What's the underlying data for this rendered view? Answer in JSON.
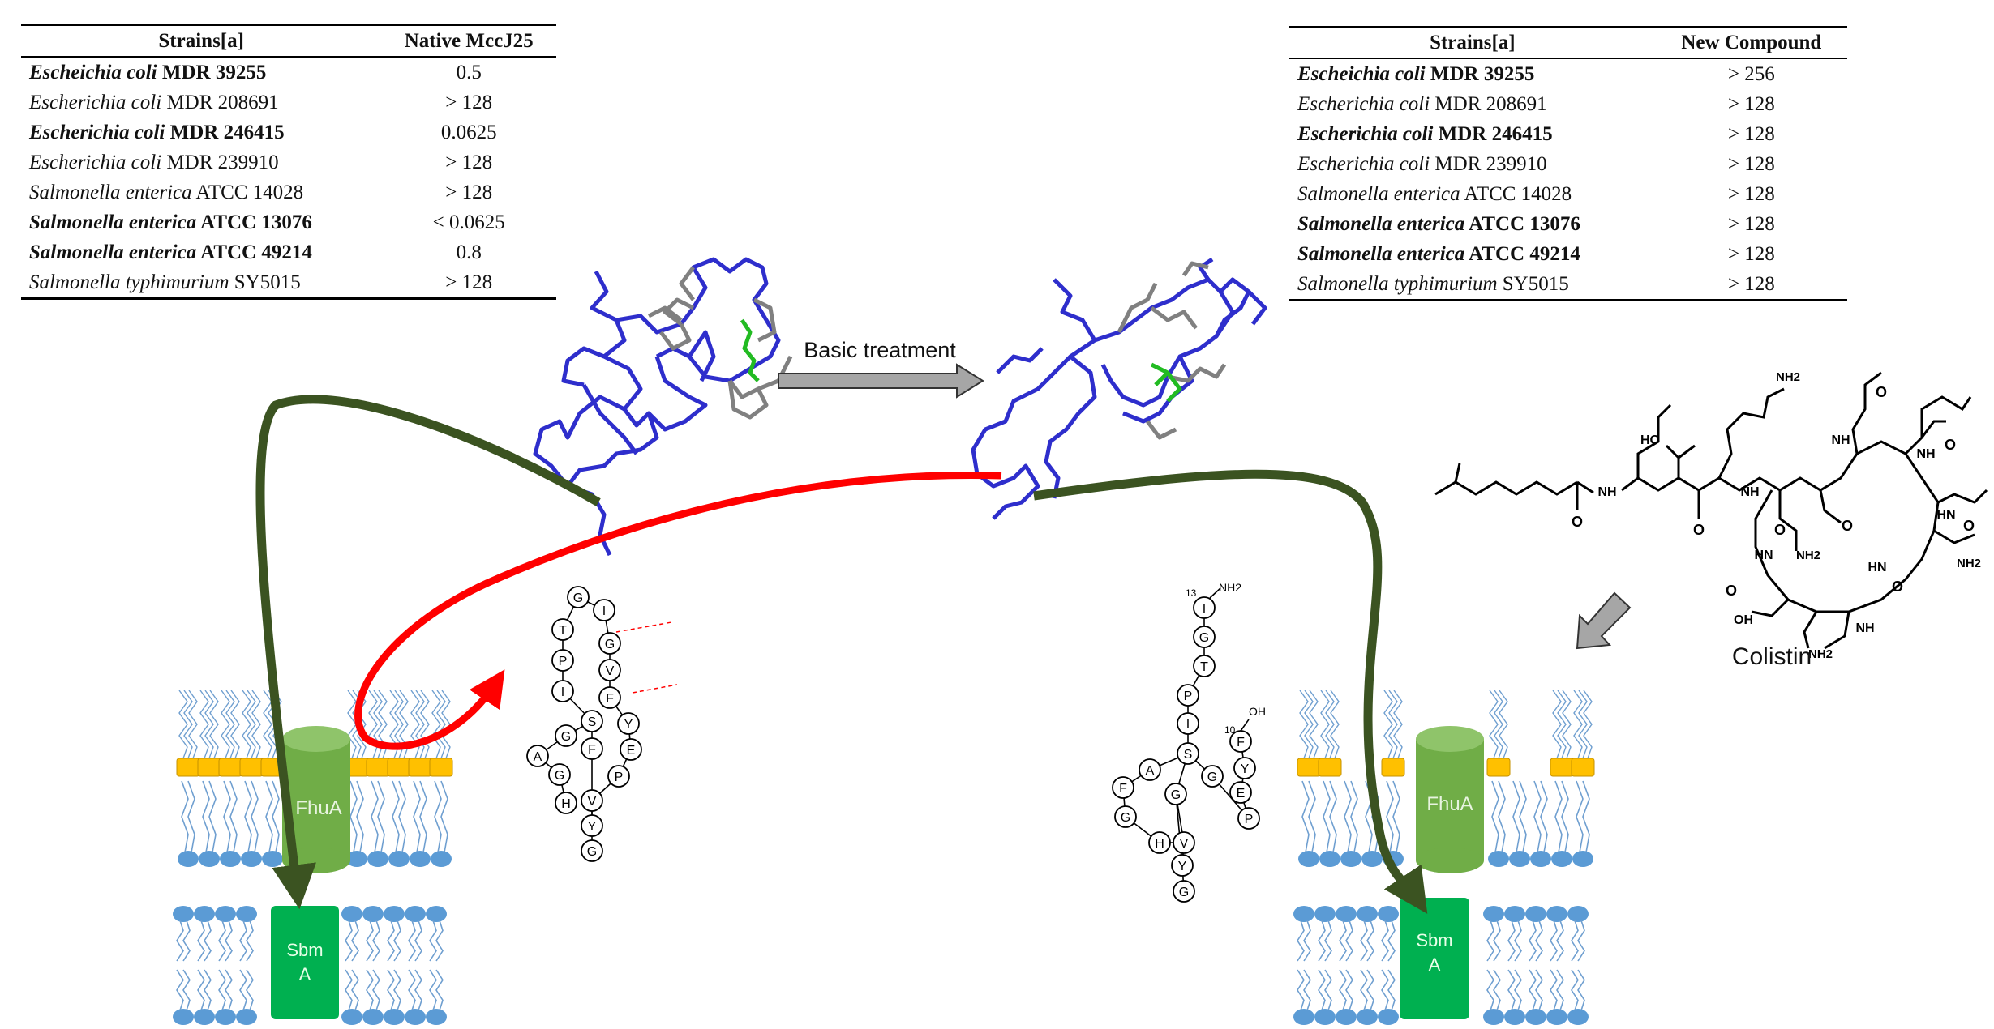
{
  "table_left": {
    "header": {
      "strain": "Strains[a]",
      "value": "Native MccJ25"
    },
    "rows": [
      {
        "species": "Escheichia coli",
        "strain": "MDR 39255",
        "value": "0.5",
        "bold": true
      },
      {
        "species": "Escherichia coli",
        "strain": "MDR 208691",
        "value": "> 128",
        "bold": false
      },
      {
        "species": "Escherichia coli",
        "strain": "MDR 246415",
        "value": "0.0625",
        "bold": true
      },
      {
        "species": "Escherichia coli",
        "strain": "MDR 239910",
        "value": "> 128",
        "bold": false
      },
      {
        "species": "Salmonella enterica",
        "strain": "ATCC 14028",
        "value": "> 128",
        "bold": false
      },
      {
        "species": "Salmonella enterica",
        "strain": "ATCC 13076",
        "value": "< 0.0625",
        "bold": true
      },
      {
        "species": "Salmonella enterica",
        "strain": "ATCC 49214",
        "value": "0.8",
        "bold": true
      },
      {
        "species": "Salmonella typhimurium",
        "strain": "SY5015",
        "value": "> 128",
        "bold": false
      }
    ]
  },
  "table_right": {
    "header": {
      "strain": "Strains[a]",
      "value": "New Compound"
    },
    "rows": [
      {
        "species": "Escheichia coli",
        "strain": "MDR 39255",
        "value": "> 256",
        "bold": true
      },
      {
        "species": "Escherichia coli",
        "strain": "MDR 208691",
        "value": "> 128",
        "bold": false
      },
      {
        "species": "Escherichia coli",
        "strain": "MDR 246415",
        "value": "> 128",
        "bold": true
      },
      {
        "species": "Escherichia coli",
        "strain": "MDR 239910",
        "value": "> 128",
        "bold": false
      },
      {
        "species": "Salmonella enterica",
        "strain": "ATCC 14028",
        "value": "> 128",
        "bold": false
      },
      {
        "species": "Salmonella enterica",
        "strain": "ATCC 13076",
        "value": "> 128",
        "bold": true
      },
      {
        "species": "Salmonella enterica",
        "strain": "ATCC 49214",
        "value": "> 128",
        "bold": true
      },
      {
        "species": "Salmonella typhimurium",
        "strain": "SY5015",
        "value": "> 128",
        "bold": false
      }
    ]
  },
  "labels": {
    "basic_treatment": "Basic treatment",
    "colistin": "Colistin",
    "fhua": "FhuA",
    "sbma_line1": "Sbm",
    "sbma_line2": "A"
  },
  "peptide_native": {
    "residues": [
      "G",
      "I",
      "T",
      "G",
      "P",
      "V",
      "I",
      "F",
      "S",
      "Y",
      "G",
      "E",
      "A",
      "F",
      "P",
      "G",
      "V",
      "H",
      "Y",
      "G"
    ]
  },
  "peptide_new": {
    "residues": [
      "I",
      "G",
      "T",
      "P",
      "I",
      "S",
      "F",
      "Y",
      "E",
      "G",
      "A",
      "F",
      "G",
      "P",
      "G",
      "V",
      "H",
      "Y",
      "G"
    ],
    "label_13": "13",
    "label_10": "10",
    "nh2": "NH2",
    "oh": "OH"
  },
  "colistin_struct": {
    "nh2": "NH2",
    "nh": "NH",
    "hn": "HN",
    "ho": "HO",
    "oh": "OH",
    "o": "O",
    "h": "H",
    "n": "N"
  },
  "colors": {
    "dark_green": "#3b5321",
    "red": "#ff0000",
    "fhua": "#70ad47",
    "sbma": "#00b050",
    "lipid_head": "#5b9bd5",
    "lps": "#ffc000",
    "peptide_blue": "#2e2ecc",
    "arrow_grey": "#a6a6a6"
  }
}
